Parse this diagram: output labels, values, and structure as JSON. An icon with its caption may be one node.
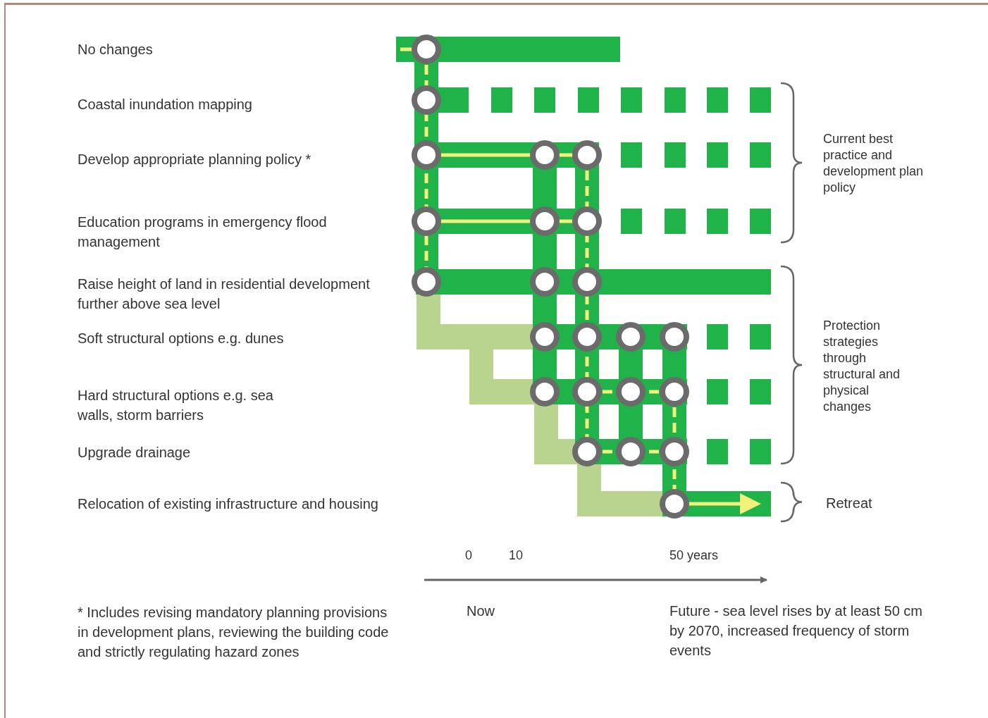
{
  "diagram": {
    "labels": [
      "No changes",
      "Coastal inundation mapping",
      "Develop appropriate planning policy *",
      "Education programs in emergency flood management",
      "Raise height of land in residential development further above sea level",
      "Soft structural options e.g. dunes",
      "Hard structural options e.g. sea walls, storm barriers",
      "Upgrade drainage",
      "Relocation of existing infrastructure and housing",
      "Current best practice and development plan policy",
      "Protection strategies through structural and physical changes",
      "Retreat",
      "0",
      "10",
      "50 years",
      "Now",
      "Future - sea level rises by at least 50 cm by 2070, increased frequency of storm events",
      "* Includes revising mandatory planning provisions in development plans, reviewing the building code and strictly regulating hazard zones"
    ]
  }
}
